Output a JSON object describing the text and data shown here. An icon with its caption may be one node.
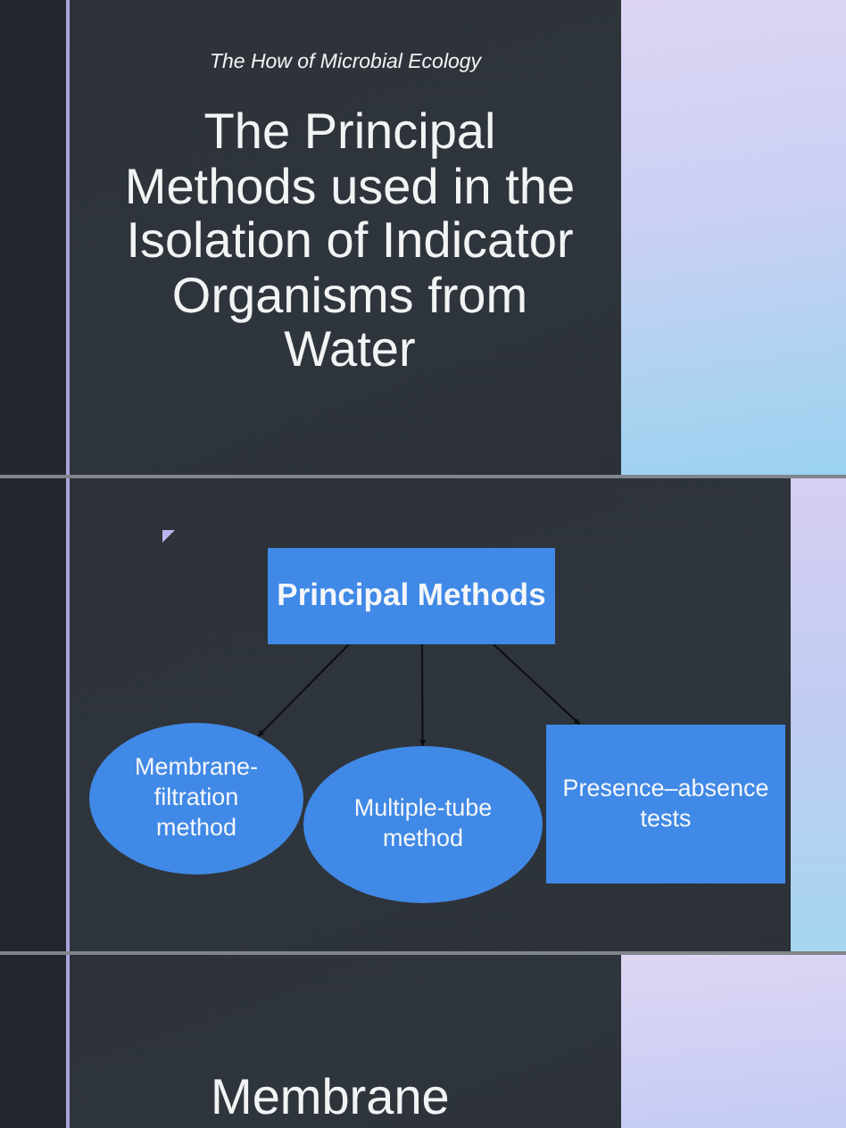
{
  "diagram": {
    "title": "The Principal Methods used in the Isolation of Indicator Organisms from Water",
    "nodes": [
      {
        "text": [
          "Principal Methods"
        ]
      },
      {
        "text": [
          "Membrane- filtration method"
        ]
      },
      {
        "text": [
          "Multiple-tube method"
        ]
      },
      {
        "text": [
          "Presence–absence tests"
        ]
      }
    ],
    "edges": [
      {
        "from": 0,
        "to": 1,
        "arrow": "to"
      },
      {
        "from": 0,
        "to": 2,
        "arrow": "to"
      },
      {
        "from": 0,
        "to": 3,
        "arrow": "to"
      }
    ],
    "labels": [
      "The How of Microbial Ecology",
      "Membrane"
    ]
  }
}
